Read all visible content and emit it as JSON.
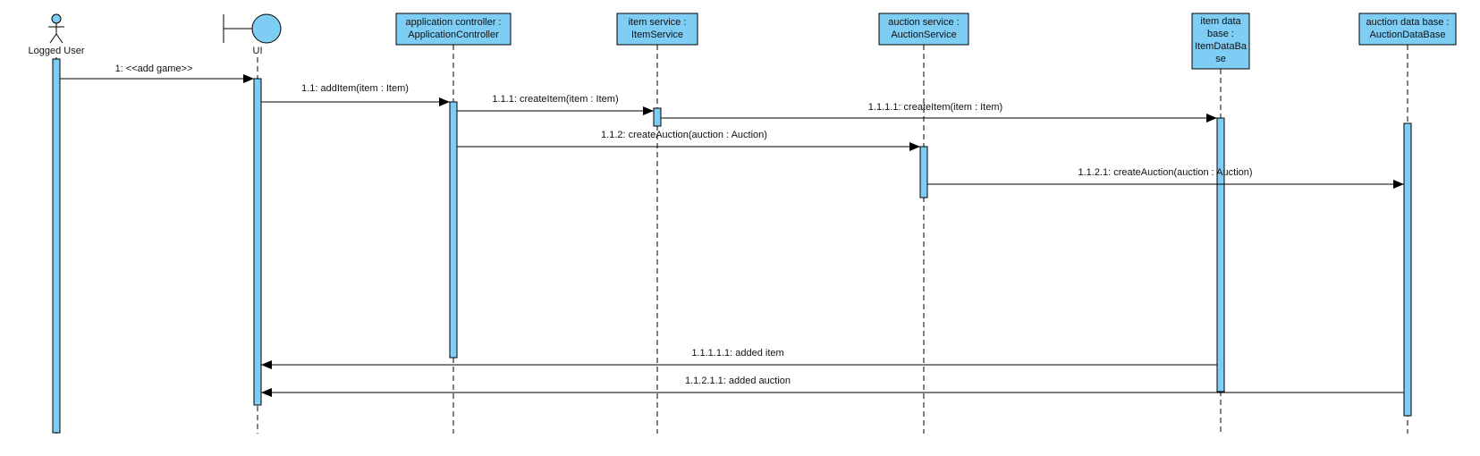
{
  "colors": {
    "box_fill": "#7ecdf4",
    "activation_fill": "#7ecdf4",
    "stroke": "#000000",
    "lifeline": "#000000"
  },
  "participants": [
    {
      "id": "user",
      "kind": "actor",
      "lines": [
        "Logged User"
      ]
    },
    {
      "id": "ui",
      "kind": "boundary",
      "lines": [
        "UI"
      ]
    },
    {
      "id": "appctl",
      "kind": "object",
      "lines": [
        "application controller :",
        "ApplicationController"
      ]
    },
    {
      "id": "itemsvc",
      "kind": "object",
      "lines": [
        "item service :",
        "ItemService"
      ]
    },
    {
      "id": "auctsvc",
      "kind": "object",
      "lines": [
        "auction service :",
        "AuctionService"
      ]
    },
    {
      "id": "itemdb",
      "kind": "object",
      "lines": [
        "item data",
        "base :",
        "ItemDataBa",
        "se"
      ]
    },
    {
      "id": "auctdb",
      "kind": "object",
      "lines": [
        "auction data base :",
        "AuctionDataBase"
      ]
    }
  ],
  "messages": [
    {
      "label": "1: <<add game>>",
      "from": "user",
      "to": "ui"
    },
    {
      "label": "1.1: addItem(item : Item)",
      "from": "ui",
      "to": "appctl"
    },
    {
      "label": "1.1.1: createItem(item : Item)",
      "from": "appctl",
      "to": "itemsvc"
    },
    {
      "label": "1.1.1.1: createItem(item : Item)",
      "from": "itemsvc",
      "to": "itemdb"
    },
    {
      "label": "1.1.2: createAuction(auction : Auction)",
      "from": "appctl",
      "to": "auctsvc"
    },
    {
      "label": "1.1.2.1: createAuction(auction : Auction)",
      "from": "auctsvc",
      "to": "auctdb"
    },
    {
      "label": "1.1.1.1.1: added item",
      "from": "itemdb",
      "to": "ui"
    },
    {
      "label": "1.1.2.1.1: added auction",
      "from": "auctdb",
      "to": "ui"
    }
  ]
}
